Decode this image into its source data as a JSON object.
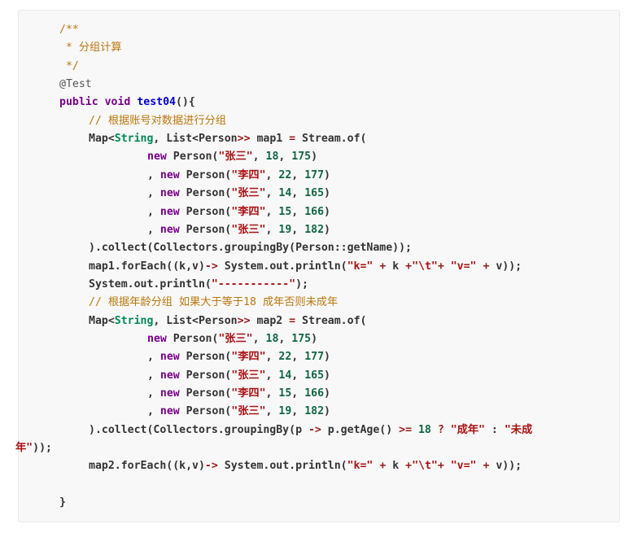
{
  "code": {
    "colors": {
      "background": "#f8f8f8",
      "border": "#e7eaed",
      "comment": "#b9770e",
      "keyword": "#770088",
      "type": "#008855",
      "string": "#aa1111",
      "number": "#116644",
      "operator": "#981a1a",
      "method": "#0000cc",
      "plain": "#333333"
    },
    "lines": [
      {
        "indent": 1,
        "tokens": [
          {
            "t": "comment",
            "v": "/**"
          }
        ]
      },
      {
        "indent": 1,
        "tokens": [
          {
            "t": "comment",
            "v": " * 分组计算"
          }
        ]
      },
      {
        "indent": 1,
        "tokens": [
          {
            "t": "comment",
            "v": " */"
          }
        ]
      },
      {
        "indent": 1,
        "tokens": [
          {
            "t": "annotation",
            "v": "@Test"
          }
        ]
      },
      {
        "indent": 1,
        "tokens": [
          {
            "t": "keyword",
            "v": "public"
          },
          {
            "t": "plain",
            "v": " "
          },
          {
            "t": "keyword",
            "v": "void"
          },
          {
            "t": "plain",
            "v": " "
          },
          {
            "t": "method",
            "v": "test04"
          },
          {
            "t": "plain",
            "v": "(){"
          }
        ]
      },
      {
        "indent": 2,
        "tokens": [
          {
            "t": "comment",
            "v": "// 根据账号对数据进行分组"
          }
        ]
      },
      {
        "indent": 2,
        "tokens": [
          {
            "t": "plain",
            "v": "Map<"
          },
          {
            "t": "type",
            "v": "String"
          },
          {
            "t": "plain",
            "v": ", List<Person"
          },
          {
            "t": "operator",
            "v": ">>"
          },
          {
            "t": "plain",
            "v": " map1 "
          },
          {
            "t": "operator",
            "v": "="
          },
          {
            "t": "plain",
            "v": " Stream.of("
          }
        ]
      },
      {
        "indent": 4,
        "tokens": [
          {
            "t": "keyword",
            "v": "new"
          },
          {
            "t": "plain",
            "v": " Person("
          },
          {
            "t": "string",
            "v": "\"张三\""
          },
          {
            "t": "plain",
            "v": ", "
          },
          {
            "t": "number",
            "v": "18"
          },
          {
            "t": "plain",
            "v": ", "
          },
          {
            "t": "number",
            "v": "175"
          },
          {
            "t": "plain",
            "v": ")"
          }
        ]
      },
      {
        "indent": 4,
        "tokens": [
          {
            "t": "plain",
            "v": ", "
          },
          {
            "t": "keyword",
            "v": "new"
          },
          {
            "t": "plain",
            "v": " Person("
          },
          {
            "t": "string",
            "v": "\"李四\""
          },
          {
            "t": "plain",
            "v": ", "
          },
          {
            "t": "number",
            "v": "22"
          },
          {
            "t": "plain",
            "v": ", "
          },
          {
            "t": "number",
            "v": "177"
          },
          {
            "t": "plain",
            "v": ")"
          }
        ]
      },
      {
        "indent": 4,
        "tokens": [
          {
            "t": "plain",
            "v": ", "
          },
          {
            "t": "keyword",
            "v": "new"
          },
          {
            "t": "plain",
            "v": " Person("
          },
          {
            "t": "string",
            "v": "\"张三\""
          },
          {
            "t": "plain",
            "v": ", "
          },
          {
            "t": "number",
            "v": "14"
          },
          {
            "t": "plain",
            "v": ", "
          },
          {
            "t": "number",
            "v": "165"
          },
          {
            "t": "plain",
            "v": ")"
          }
        ]
      },
      {
        "indent": 4,
        "tokens": [
          {
            "t": "plain",
            "v": ", "
          },
          {
            "t": "keyword",
            "v": "new"
          },
          {
            "t": "plain",
            "v": " Person("
          },
          {
            "t": "string",
            "v": "\"李四\""
          },
          {
            "t": "plain",
            "v": ", "
          },
          {
            "t": "number",
            "v": "15"
          },
          {
            "t": "plain",
            "v": ", "
          },
          {
            "t": "number",
            "v": "166"
          },
          {
            "t": "plain",
            "v": ")"
          }
        ]
      },
      {
        "indent": 4,
        "tokens": [
          {
            "t": "plain",
            "v": ", "
          },
          {
            "t": "keyword",
            "v": "new"
          },
          {
            "t": "plain",
            "v": " Person("
          },
          {
            "t": "string",
            "v": "\"张三\""
          },
          {
            "t": "plain",
            "v": ", "
          },
          {
            "t": "number",
            "v": "19"
          },
          {
            "t": "plain",
            "v": ", "
          },
          {
            "t": "number",
            "v": "182"
          },
          {
            "t": "plain",
            "v": ")"
          }
        ]
      },
      {
        "indent": 2,
        "tokens": [
          {
            "t": "plain",
            "v": ").collect(Collectors.groupingBy(Person::getName));"
          }
        ]
      },
      {
        "indent": 2,
        "tokens": [
          {
            "t": "plain",
            "v": "map1.forEach((k,v)"
          },
          {
            "t": "operator",
            "v": "->"
          },
          {
            "t": "plain",
            "v": " System.out.println("
          },
          {
            "t": "string",
            "v": "\"k=\""
          },
          {
            "t": "plain",
            "v": " "
          },
          {
            "t": "operator",
            "v": "+"
          },
          {
            "t": "plain",
            "v": " k "
          },
          {
            "t": "operator",
            "v": "+"
          },
          {
            "t": "string",
            "v": "\"\\t\""
          },
          {
            "t": "operator",
            "v": "+"
          },
          {
            "t": "plain",
            "v": " "
          },
          {
            "t": "string",
            "v": "\"v=\""
          },
          {
            "t": "plain",
            "v": " "
          },
          {
            "t": "operator",
            "v": "+"
          },
          {
            "t": "plain",
            "v": " v));"
          }
        ]
      },
      {
        "indent": 2,
        "tokens": [
          {
            "t": "plain",
            "v": "System.out.println("
          },
          {
            "t": "string",
            "v": "\"-----------\""
          },
          {
            "t": "plain",
            "v": ");"
          }
        ]
      },
      {
        "indent": 2,
        "tokens": [
          {
            "t": "comment",
            "v": "// 根据年龄分组 如果大于等于18 成年否则未成年"
          }
        ]
      },
      {
        "indent": 2,
        "tokens": [
          {
            "t": "plain",
            "v": "Map<"
          },
          {
            "t": "type",
            "v": "String"
          },
          {
            "t": "plain",
            "v": ", List<Person"
          },
          {
            "t": "operator",
            "v": ">>"
          },
          {
            "t": "plain",
            "v": " map2 "
          },
          {
            "t": "operator",
            "v": "="
          },
          {
            "t": "plain",
            "v": " Stream.of("
          }
        ]
      },
      {
        "indent": 4,
        "tokens": [
          {
            "t": "keyword",
            "v": "new"
          },
          {
            "t": "plain",
            "v": " Person("
          },
          {
            "t": "string",
            "v": "\"张三\""
          },
          {
            "t": "plain",
            "v": ", "
          },
          {
            "t": "number",
            "v": "18"
          },
          {
            "t": "plain",
            "v": ", "
          },
          {
            "t": "number",
            "v": "175"
          },
          {
            "t": "plain",
            "v": ")"
          }
        ]
      },
      {
        "indent": 4,
        "tokens": [
          {
            "t": "plain",
            "v": ", "
          },
          {
            "t": "keyword",
            "v": "new"
          },
          {
            "t": "plain",
            "v": " Person("
          },
          {
            "t": "string",
            "v": "\"李四\""
          },
          {
            "t": "plain",
            "v": ", "
          },
          {
            "t": "number",
            "v": "22"
          },
          {
            "t": "plain",
            "v": ", "
          },
          {
            "t": "number",
            "v": "177"
          },
          {
            "t": "plain",
            "v": ")"
          }
        ]
      },
      {
        "indent": 4,
        "tokens": [
          {
            "t": "plain",
            "v": ", "
          },
          {
            "t": "keyword",
            "v": "new"
          },
          {
            "t": "plain",
            "v": " Person("
          },
          {
            "t": "string",
            "v": "\"张三\""
          },
          {
            "t": "plain",
            "v": ", "
          },
          {
            "t": "number",
            "v": "14"
          },
          {
            "t": "plain",
            "v": ", "
          },
          {
            "t": "number",
            "v": "165"
          },
          {
            "t": "plain",
            "v": ")"
          }
        ]
      },
      {
        "indent": 4,
        "tokens": [
          {
            "t": "plain",
            "v": ", "
          },
          {
            "t": "keyword",
            "v": "new"
          },
          {
            "t": "plain",
            "v": " Person("
          },
          {
            "t": "string",
            "v": "\"李四\""
          },
          {
            "t": "plain",
            "v": ", "
          },
          {
            "t": "number",
            "v": "15"
          },
          {
            "t": "plain",
            "v": ", "
          },
          {
            "t": "number",
            "v": "166"
          },
          {
            "t": "plain",
            "v": ")"
          }
        ]
      },
      {
        "indent": 4,
        "tokens": [
          {
            "t": "plain",
            "v": ", "
          },
          {
            "t": "keyword",
            "v": "new"
          },
          {
            "t": "plain",
            "v": " Person("
          },
          {
            "t": "string",
            "v": "\"张三\""
          },
          {
            "t": "plain",
            "v": ", "
          },
          {
            "t": "number",
            "v": "19"
          },
          {
            "t": "plain",
            "v": ", "
          },
          {
            "t": "number",
            "v": "182"
          },
          {
            "t": "plain",
            "v": ")"
          }
        ]
      },
      {
        "indent": 2,
        "tokens": [
          {
            "t": "plain",
            "v": ").collect(Collectors.groupingBy(p "
          },
          {
            "t": "operator",
            "v": "->"
          },
          {
            "t": "plain",
            "v": " p.getAge() "
          },
          {
            "t": "operator",
            "v": ">="
          },
          {
            "t": "plain",
            "v": " "
          },
          {
            "t": "number",
            "v": "18"
          },
          {
            "t": "plain",
            "v": " "
          },
          {
            "t": "operator",
            "v": "?"
          },
          {
            "t": "plain",
            "v": " "
          },
          {
            "t": "string",
            "v": "\"成年\""
          },
          {
            "t": "plain",
            "v": " : "
          },
          {
            "t": "string",
            "v": "\"未成"
          }
        ]
      },
      {
        "indent": 0,
        "tokens": [
          {
            "t": "string",
            "v": "年\""
          },
          {
            "t": "plain",
            "v": "));"
          }
        ]
      },
      {
        "indent": 2,
        "tokens": [
          {
            "t": "plain",
            "v": "map2.forEach((k,v)"
          },
          {
            "t": "operator",
            "v": "->"
          },
          {
            "t": "plain",
            "v": " System.out.println("
          },
          {
            "t": "string",
            "v": "\"k=\""
          },
          {
            "t": "plain",
            "v": " "
          },
          {
            "t": "operator",
            "v": "+"
          },
          {
            "t": "plain",
            "v": " k "
          },
          {
            "t": "operator",
            "v": "+"
          },
          {
            "t": "string",
            "v": "\"\\t\""
          },
          {
            "t": "operator",
            "v": "+"
          },
          {
            "t": "plain",
            "v": " "
          },
          {
            "t": "string",
            "v": "\"v=\""
          },
          {
            "t": "plain",
            "v": " "
          },
          {
            "t": "operator",
            "v": "+"
          },
          {
            "t": "plain",
            "v": " v));"
          }
        ]
      },
      {
        "indent": 0,
        "tokens": []
      },
      {
        "indent": 1,
        "tokens": [
          {
            "t": "plain",
            "v": "}"
          }
        ]
      }
    ]
  }
}
